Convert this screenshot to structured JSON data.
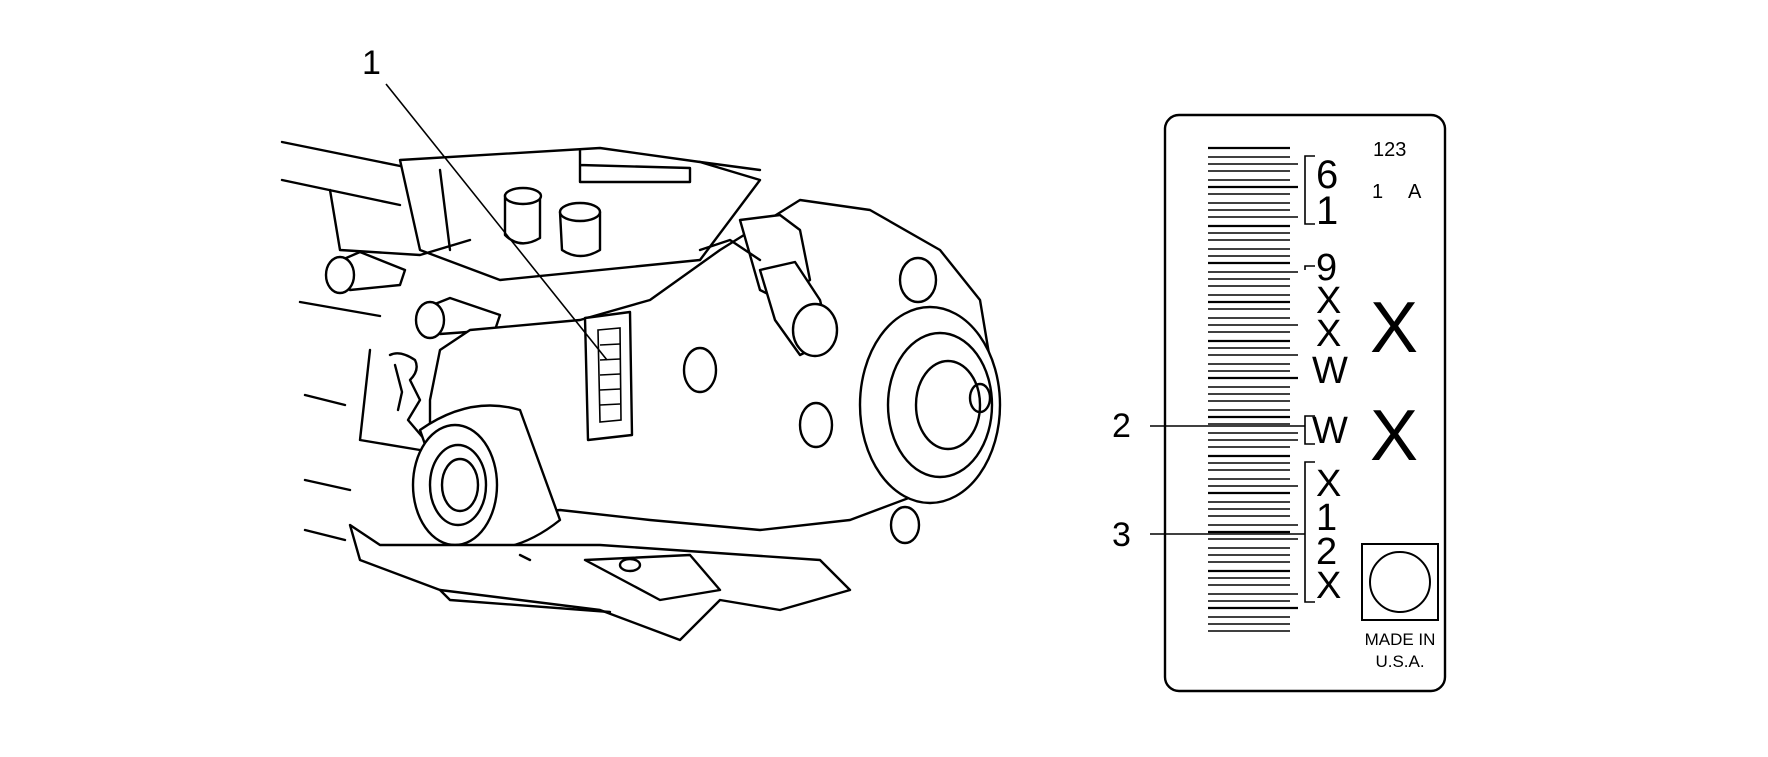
{
  "callouts": {
    "c1": "1",
    "c2": "2",
    "c3": "3"
  },
  "label": {
    "col1": [
      "6",
      "1",
      "9",
      "X",
      "X",
      "W",
      "W",
      "X",
      "1",
      "2",
      "X"
    ],
    "code_top": "123",
    "code_1": "1",
    "code_a": "A",
    "big_x_1": "X",
    "big_x_2": "X",
    "made_in_line1": "MADE IN",
    "made_in_line2": "U.S.A."
  }
}
